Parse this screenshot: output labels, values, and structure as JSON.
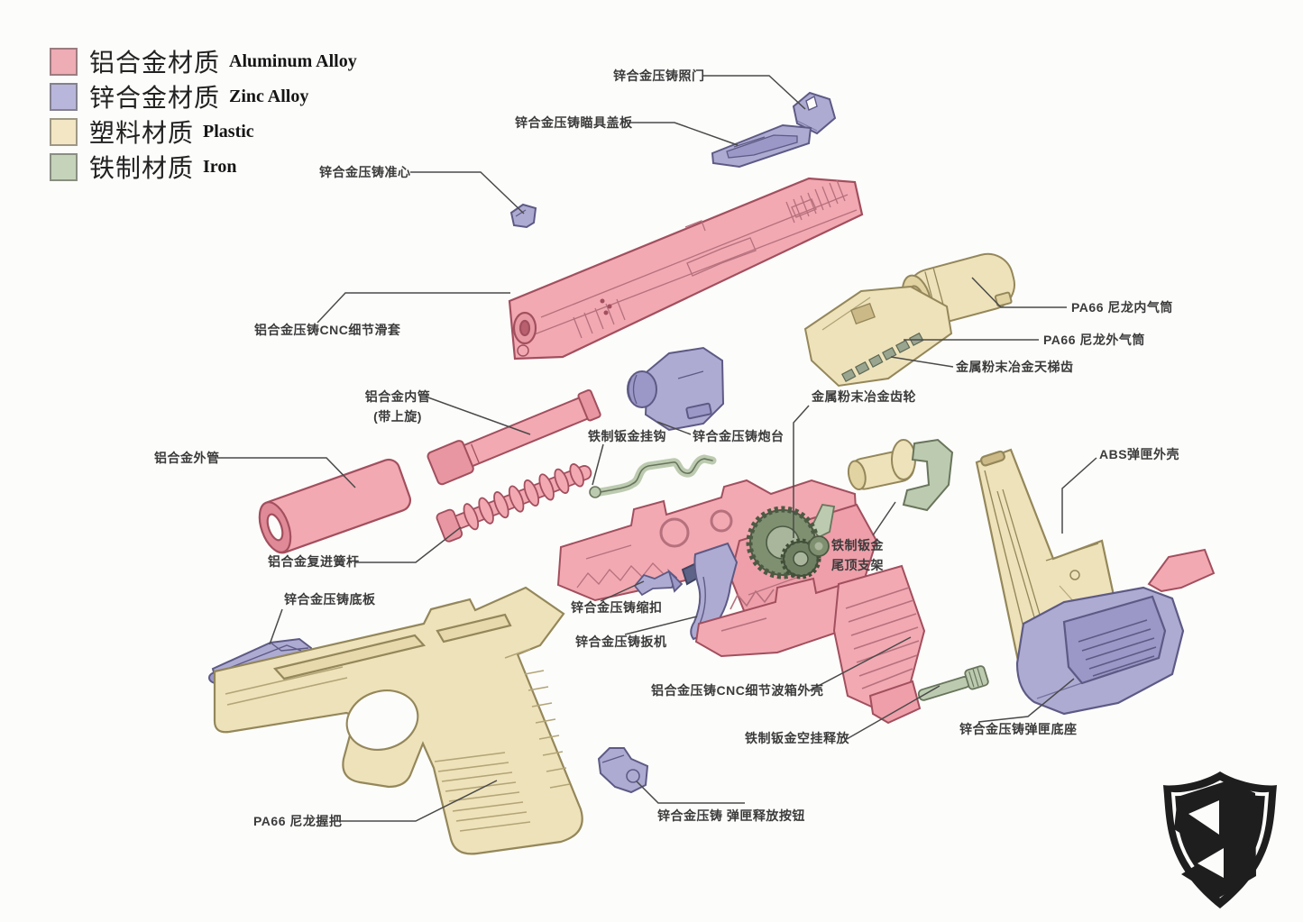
{
  "legend": {
    "items": [
      {
        "zh": "铝合金材质",
        "en": "Aluminum Alloy",
        "color": "#eeacb5"
      },
      {
        "zh": "锌合金材质",
        "en": "Zinc Alloy",
        "color": "#b9b6dc"
      },
      {
        "zh": "塑料材质",
        "en": "Plastic",
        "color": "#f2e6c4"
      },
      {
        "zh": "铁制材质",
        "en": "Iron",
        "color": "#c5d3ba"
      }
    ]
  },
  "labels": [
    {
      "id": "rear-sight",
      "text": "锌合金压铸照门"
    },
    {
      "id": "sight-cover",
      "text": "锌合金压铸瞄具盖板"
    },
    {
      "id": "front-sight",
      "text": "锌合金压铸准心"
    },
    {
      "id": "slide",
      "text": "铝合金压铸CNC细节滑套"
    },
    {
      "id": "inner-cylinder",
      "text": "PA66 尼龙内气筒"
    },
    {
      "id": "outer-cylinder",
      "text": "PA66 尼龙外气筒"
    },
    {
      "id": "ladder-gear",
      "text": "金属粉末冶金天梯齿"
    },
    {
      "id": "gear",
      "text": "金属粉末冶金齿轮"
    },
    {
      "id": "inner-barrel",
      "text": "铝合金内管",
      "text2": "(带上旋)"
    },
    {
      "id": "outer-barrel",
      "text": "铝合金外管"
    },
    {
      "id": "hook",
      "text": "铁制钣金挂钩"
    },
    {
      "id": "turret",
      "text": "锌合金压铸炮台"
    },
    {
      "id": "spring-rod",
      "text": "铝合金复进簧杆"
    },
    {
      "id": "bottom-plate",
      "text": "锌合金压铸底板"
    },
    {
      "id": "tail-bracket",
      "text": "铁制钣金",
      "text2": "尾顶支架"
    },
    {
      "id": "mag-shell",
      "text": "ABS弹匣外壳"
    },
    {
      "id": "latch",
      "text": "锌合金压铸缩扣"
    },
    {
      "id": "trigger",
      "text": "锌合金压铸扳机"
    },
    {
      "id": "gearbox",
      "text": "铝合金压铸CNC细节波箱外壳"
    },
    {
      "id": "slide-release",
      "text": "铁制钣金空挂释放"
    },
    {
      "id": "mag-base",
      "text": "锌合金压铸弹匣底座"
    },
    {
      "id": "mag-release",
      "text": "锌合金压铸 弹匣释放按钮"
    },
    {
      "id": "grip",
      "text": "PA66 尼龙握把"
    }
  ],
  "colors": {
    "aluminum_fill": "#f2a9b2",
    "aluminum_line": "#a24f5e",
    "zinc_fill": "#aeabd3",
    "zinc_line": "#5d5a85",
    "plastic_fill": "#eee2ba",
    "plastic_line": "#94875a",
    "iron_fill": "#bccbb0",
    "iron_line": "#68755c",
    "sintered_gear": "#7f9070",
    "leader_line": "#4a4a4a",
    "logo": "#1e1e1e",
    "background": "#fcfcfa"
  }
}
